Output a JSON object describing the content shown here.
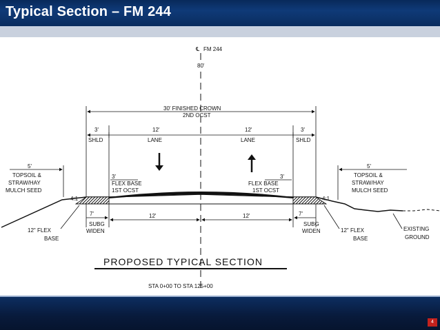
{
  "slide": {
    "title": "Typical Section – FM 244",
    "page_number": "4"
  },
  "drawing": {
    "centerline": {
      "symbol": "℄",
      "label": "FM 244",
      "row_width": "80'"
    },
    "crown": {
      "width": "30' FINISHED CROWN",
      "course": "2ND OCST"
    },
    "left_shoulder": {
      "width": "3'",
      "label": "SHLD"
    },
    "left_lane": {
      "width": "12'",
      "label": "LANE"
    },
    "right_lane": {
      "width": "12'",
      "label": "LANE"
    },
    "right_shoulder": {
      "width": "3'",
      "label": "SHLD"
    },
    "left_topsoil": {
      "width": "5'",
      "line1": "TOPSOIL &",
      "line2": "STRAW/HAY",
      "line3": "MULCH SEED"
    },
    "right_topsoil": {
      "width": "5'",
      "line1": "TOPSOIL &",
      "line2": "STRAW/HAY",
      "line3": "MULCH SEED"
    },
    "left_flex_base": {
      "width": "3'",
      "line1": "FLEX BASE",
      "line2": "1ST OCST"
    },
    "right_flex_base": {
      "width": "3'",
      "line1": "FLEX BASE",
      "line2": "1ST OCST"
    },
    "left_slope": "4:1",
    "right_slope": "4:1",
    "left_widen": {
      "width": "7'",
      "line1": "SUBG",
      "line2": "WIDEN"
    },
    "right_widen": {
      "width": "7'",
      "line1": "SUBG",
      "line2": "WIDEN"
    },
    "base_left_lane": "12'",
    "base_right_lane": "12'",
    "left_flex": {
      "line1": "12\" FLEX",
      "line2": "BASE"
    },
    "right_flex": {
      "line1": "12\" FLEX",
      "line2": "BASE"
    },
    "existing_ground": {
      "line1": "EXISTING",
      "line2": "GROUND"
    },
    "section_title": "PROPOSED TYPICAL SECTION",
    "station_range": "STA 0+00 TO STA 125+00"
  }
}
